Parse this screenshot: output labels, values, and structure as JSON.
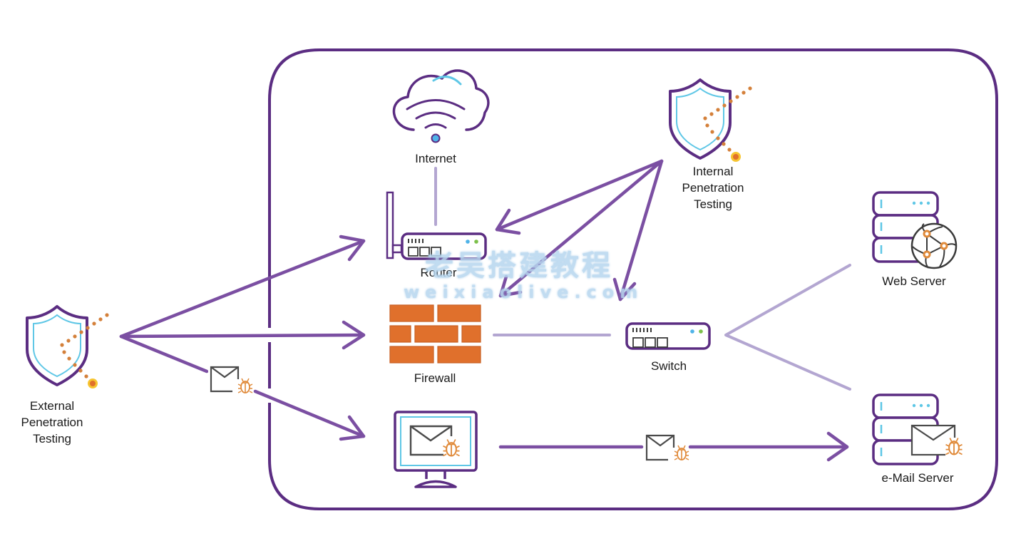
{
  "diagram": {
    "title": "Internal and External Penetration Testing Network Diagram",
    "colors": {
      "primary_purple": "#5b2d82",
      "arrow_purple": "#7b4fa2",
      "link_lavender": "#b3a6d1",
      "accent_cyan": "#5fc7e6",
      "firewall_orange": "#e0702c",
      "bug_orange": "#e08a3a",
      "led_blue": "#4fb3e8",
      "led_green": "#7cc04a",
      "dot_orange": "#d4803a",
      "target_yellow": "#f7c531"
    },
    "nodes": {
      "internet": {
        "label": "Internet",
        "icon": "cloud-wifi-icon"
      },
      "router": {
        "label": "Router",
        "icon": "router-icon"
      },
      "firewall": {
        "label": "Firewall",
        "icon": "brick-wall-icon"
      },
      "switch": {
        "label": "Switch",
        "icon": "switch-icon"
      },
      "workstation": {
        "label": "",
        "icon": "monitor-infected-email-icon"
      },
      "web_server": {
        "label": "Web Server",
        "icon": "server-globe-icon"
      },
      "mail_server": {
        "label": "e-Mail Server",
        "icon": "server-email-bug-icon"
      },
      "internal_pentest": {
        "label_lines": [
          "Internal",
          "Penetration",
          "Testing"
        ],
        "icon": "shield-attack-icon"
      },
      "external_pentest": {
        "label_lines": [
          "External",
          "Penetration",
          "Testing"
        ],
        "icon": "shield-attack-icon"
      }
    },
    "connections": [
      {
        "from": "internet",
        "to": "router",
        "style": "link"
      },
      {
        "from": "firewall",
        "to": "switch",
        "style": "link"
      },
      {
        "from": "switch",
        "to": "web_server",
        "style": "link"
      },
      {
        "from": "switch",
        "to": "mail_server",
        "style": "link"
      },
      {
        "from": "external_pentest",
        "to": "router",
        "style": "attack-arrow"
      },
      {
        "from": "external_pentest",
        "to": "firewall",
        "style": "attack-arrow"
      },
      {
        "from": "external_pentest",
        "to": "workstation",
        "style": "attack-arrow",
        "payload": "malicious-email"
      },
      {
        "from": "internal_pentest",
        "to": "router",
        "style": "attack-arrow"
      },
      {
        "from": "internal_pentest",
        "to": "firewall",
        "style": "attack-arrow"
      },
      {
        "from": "internal_pentest",
        "to": "switch",
        "style": "attack-arrow"
      },
      {
        "from": "workstation",
        "to": "mail_server",
        "style": "attack-arrow",
        "payload": "malicious-email"
      }
    ],
    "watermark": {
      "line1": "老吴搭建教程",
      "line2": "weixiaolive.com"
    }
  }
}
